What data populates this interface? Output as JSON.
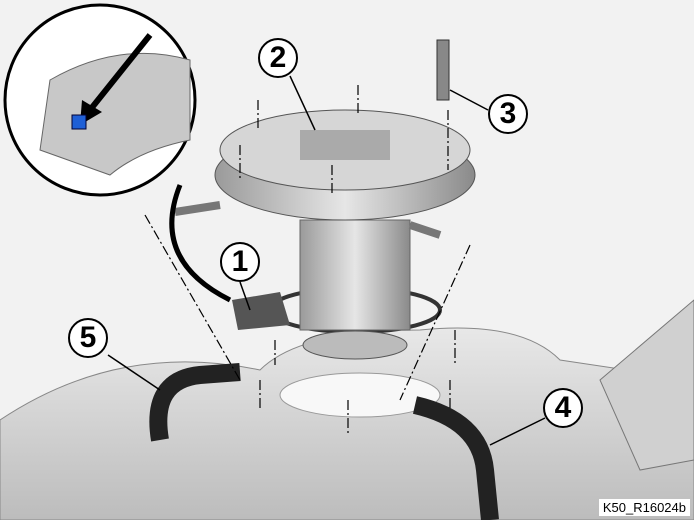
{
  "callouts": [
    "1",
    "2",
    "3",
    "4",
    "5"
  ],
  "reference": "K50_R16024b",
  "colors": {
    "marker": "#1f5fd6",
    "metal": "#c8c8c8"
  }
}
